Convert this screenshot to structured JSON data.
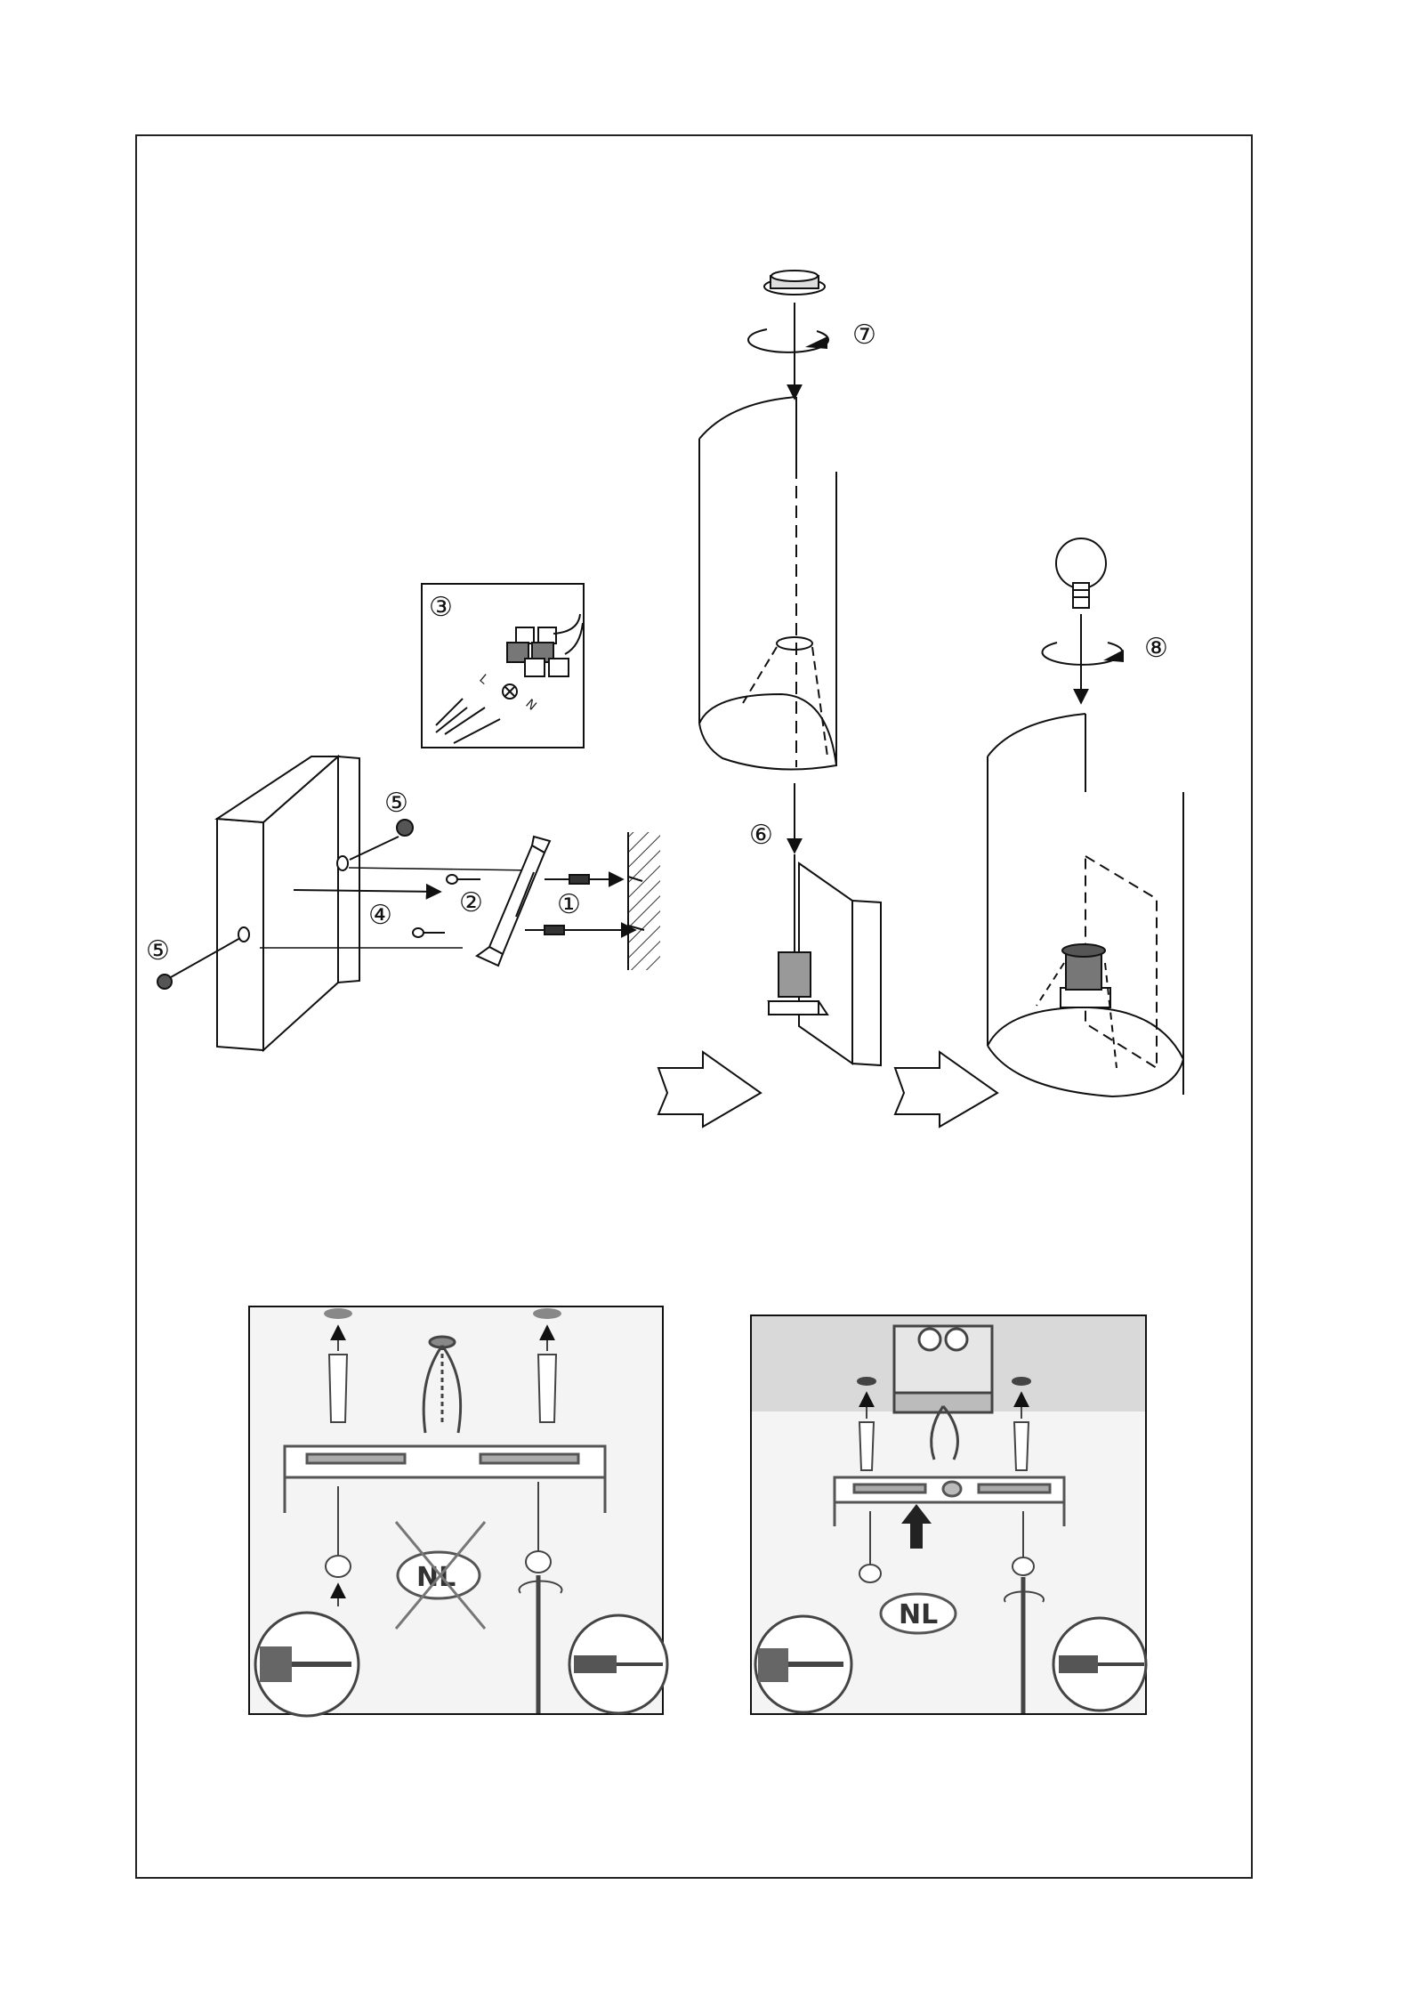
{
  "steps": {
    "s1": "①",
    "s2": "②",
    "s3": "③",
    "s4": "④",
    "s5a": "⑤",
    "s5b": "⑤",
    "s6": "⑥",
    "s7": "⑦",
    "s8": "⑧"
  },
  "terminal_labels": {
    "l": "L",
    "n": "N"
  },
  "panels": {
    "left": {
      "badge": "NL",
      "crossed": true
    },
    "right": {
      "badge": "NL",
      "crossed": false
    }
  },
  "colors": {
    "line": "#111111",
    "panel_bg": "#f2f2f2",
    "ceiling": "#d9d9d9"
  },
  "icons": [
    "wall-plate-icon",
    "bracket-icon",
    "screw-icon",
    "terminal-block-icon",
    "lamp-shade-icon",
    "ring-nut-icon",
    "bulb-icon",
    "arrow-right-icon",
    "drill-icon",
    "screwdriver-icon",
    "wall-plug-icon",
    "junction-box-icon"
  ]
}
